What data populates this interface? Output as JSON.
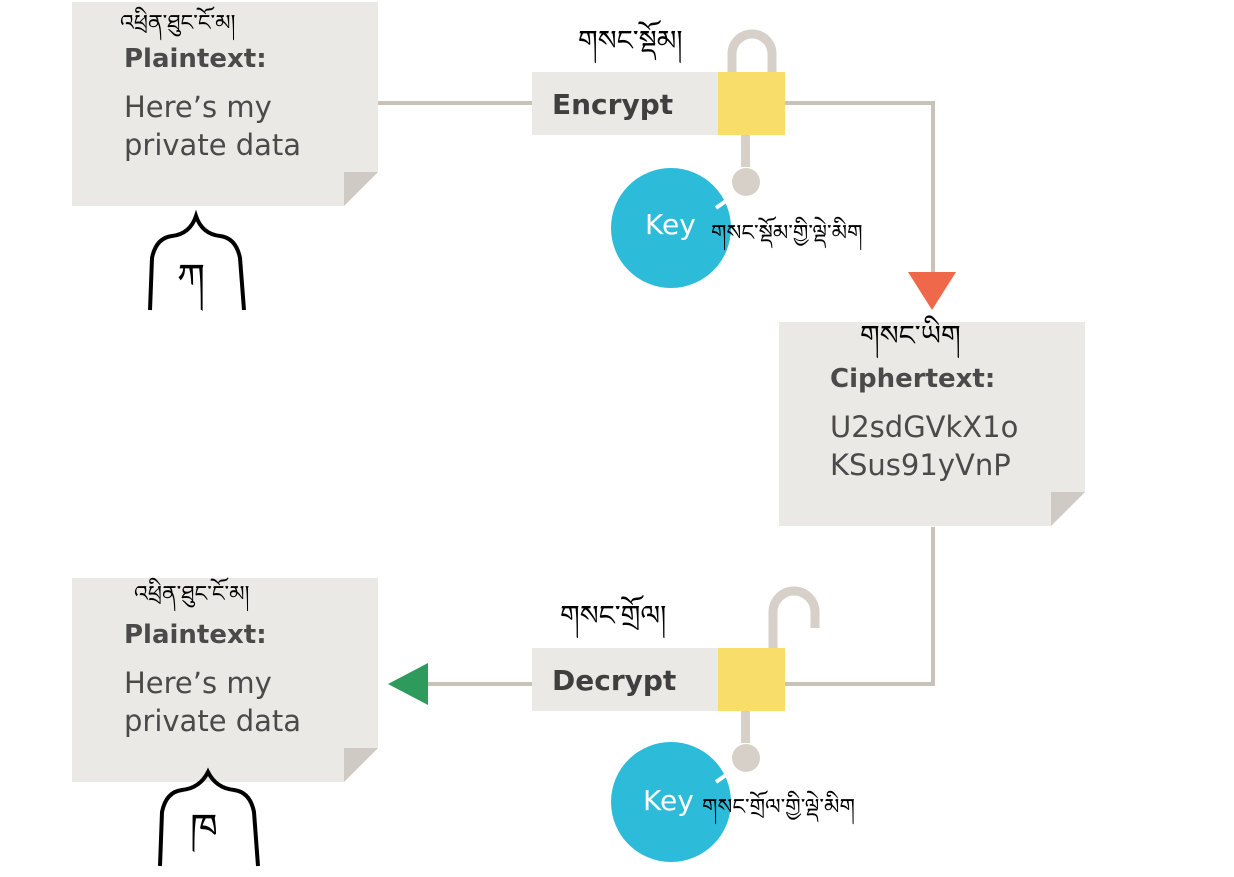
{
  "diagram": {
    "plaintext_top": {
      "tibetan_label": "འཕྲིན་ཐུང་ངོ་མ།",
      "title": "Plaintext:",
      "line1": "Here’s my",
      "line2": "private data",
      "tibetan_mark": "ཀ"
    },
    "encrypt": {
      "tibetan_label": "གསང་སྡོམ།",
      "label": "Encrypt",
      "key_label": "Key",
      "key_tibetan": "གསང་སྡོམ་གྱི་ལྡེ་མིག"
    },
    "ciphertext": {
      "tibetan_label": "གསང་ཡིག",
      "title": "Ciphertext:",
      "line1": "U2sdGVkX1o",
      "line2": "KSus91yVnP"
    },
    "decrypt": {
      "tibetan_label": "གསང་གྲོལ།",
      "label": "Decrypt",
      "key_label": "Key",
      "key_tibetan": "གསང་གྲོལ་གྱི་ལྡེ་མིག"
    },
    "plaintext_bottom": {
      "tibetan_label": "འཕྲིན་ཐུང་ངོ་མ།",
      "title": "Plaintext:",
      "line1": "Here’s my",
      "line2": "private data",
      "tibetan_mark": "ཁ"
    },
    "colors": {
      "paper": "#ebe9e6",
      "paper_fold": "#cfcac4",
      "connector": "#c9c2b9",
      "lock": "#f8dd6b",
      "shackle": "#d6d0c8",
      "key_circle": "#2cbcd9",
      "arrow_down": "#ee6849",
      "arrow_left": "#2e9a5c"
    }
  }
}
